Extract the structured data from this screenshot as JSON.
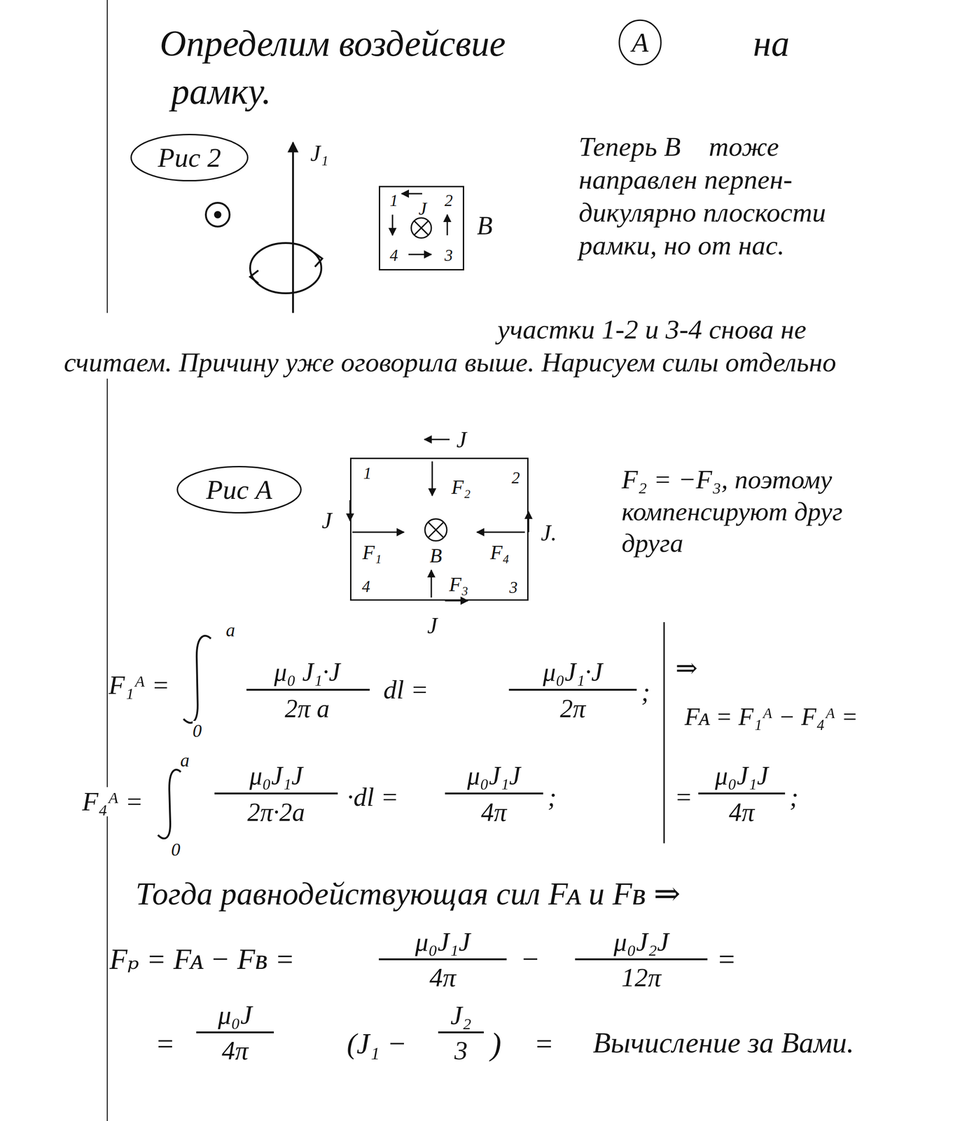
{
  "diagram": {
    "nodes": [
      {
        "text": [
          "A"
        ]
      },
      {
        "text": [
          "Рис 2"
        ]
      },
      {
        "text": [
          "1",
          "J",
          "2",
          "4",
          "3"
        ]
      },
      {
        "text": [
          "Рис А"
        ]
      },
      {
        "text": [
          "1",
          "F₂",
          "2",
          "F₁",
          "B",
          "F₄",
          "4",
          "F₃",
          "3"
        ]
      }
    ],
    "labels": [
      "Определим воздейсвие",
      "на",
      "рамку.",
      "J₁",
      "B⃗",
      "Теперь B⃗ тоже направлен перпен- дикулярно плоскости рамки, но от нас.",
      "участки 1-2 и 3-4 снова не считаем. Причину уже оговорила выше. Нарисуем силы отдельно",
      "J",
      "J",
      "J.",
      "F₂ = −F₃, поэтому компенсируют друг друга",
      "J",
      "F₁ᴬ =",
      "a",
      "0",
      "μ₀ J₁·J",
      "2π a",
      "dl =",
      "μ₀J₁·J",
      "2π",
      ";",
      "⇒",
      "Fᴀ = F₁ᴬ − F₄ᴬ =",
      "F₄ᴬ =",
      "a",
      "0",
      "μ₀J₁J",
      "2π·2a",
      "·dl =",
      "μ₀J₁J",
      "4π",
      ";",
      "=",
      "μ₀J₁J",
      "4π",
      ";",
      "Тогда равнодействующая сил Fᴀ и Fʙ ⇒",
      "Fₚ = Fᴀ − Fʙ =",
      "μ₀J₁J",
      "4π",
      "−",
      "μ₀J₂J",
      "12π",
      "=",
      "=",
      "μ₀J",
      "4π",
      "(J₁ −",
      "J₂",
      "3",
      ")",
      "=",
      "Вычисление за Вами."
    ]
  }
}
